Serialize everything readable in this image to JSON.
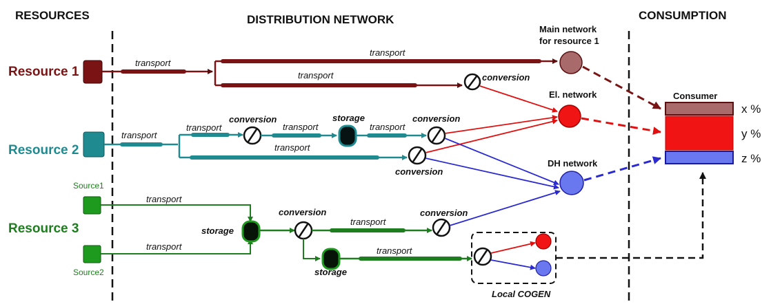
{
  "headers": {
    "resources": "RESOURCES",
    "distribution": "DISTRIBUTION NETWORK",
    "consumption": "CONSUMPTION"
  },
  "resources": {
    "r1": "Resource 1",
    "r2": "Resource 2",
    "r3": "Resource 3",
    "source1": "Source1",
    "source2": "Source2"
  },
  "labels": {
    "transport": "transport",
    "conversion": "conversion",
    "storage": "storage"
  },
  "networks": {
    "main_line1": "Main network",
    "main_line2": "for resource 1",
    "el": "El. network",
    "dh": "DH network"
  },
  "consumer": {
    "title": "Consumer",
    "x": "x  %",
    "y": "y  %",
    "z": "z  %"
  },
  "cogen": "Local COGEN",
  "colors": {
    "resource1": "#7a1414",
    "resource2": "#1f8a8f",
    "resource3": "#1e7d1e",
    "electric": "#e01010",
    "district_heat": "#3a3ae0",
    "main_network": "#a86a6a"
  }
}
